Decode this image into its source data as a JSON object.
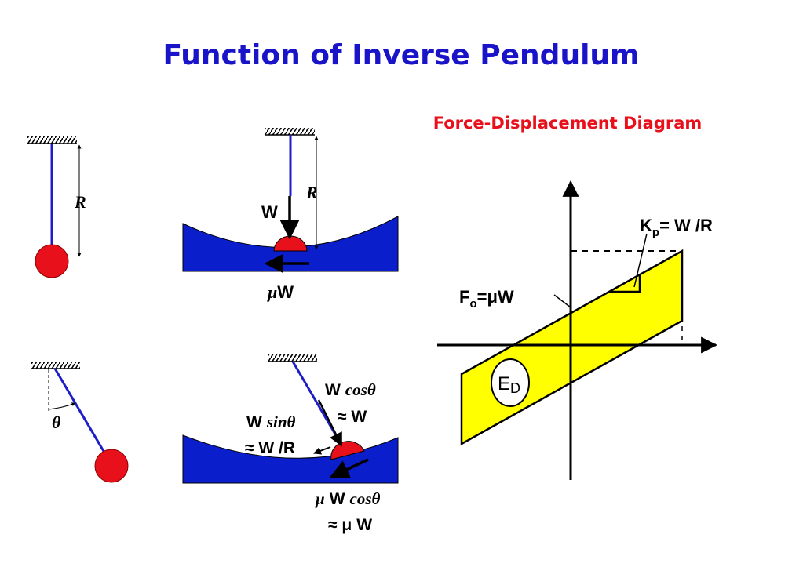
{
  "title": "Function of Inverse Pendulum",
  "diagram_title": "Force-Displacement Diagram",
  "labels": {
    "r_left": "R",
    "r_mid": "R",
    "w": "W",
    "mu_w": "μW",
    "theta": "θ",
    "w_prefix": "W",
    "cos_theta": "cosθ",
    "approx_w": "≈ W",
    "sin_theta": "sinθ",
    "approx_w_over_r": "≈ W /R",
    "mu": "μ",
    "approx_mu": "≈ μ",
    "w_suffix": "W",
    "kp_k": "K",
    "kp_sub": "p",
    "kp_rest": "= W /R",
    "fo_f": "F",
    "fo_sub": "o",
    "fo_rest": "=μW",
    "ed": "E",
    "ed_sub": "D"
  },
  "colors": {
    "title": "#1a14c8",
    "subtitle": "#e8101a",
    "bowl": "#0a1ecc",
    "mass": "#e8101a",
    "rod": "#1e1ec8",
    "loop": "#ffff00"
  },
  "icons": [
    "ceiling-hatch-icon",
    "pendulum-mass-icon",
    "force-arrow-icon"
  ]
}
